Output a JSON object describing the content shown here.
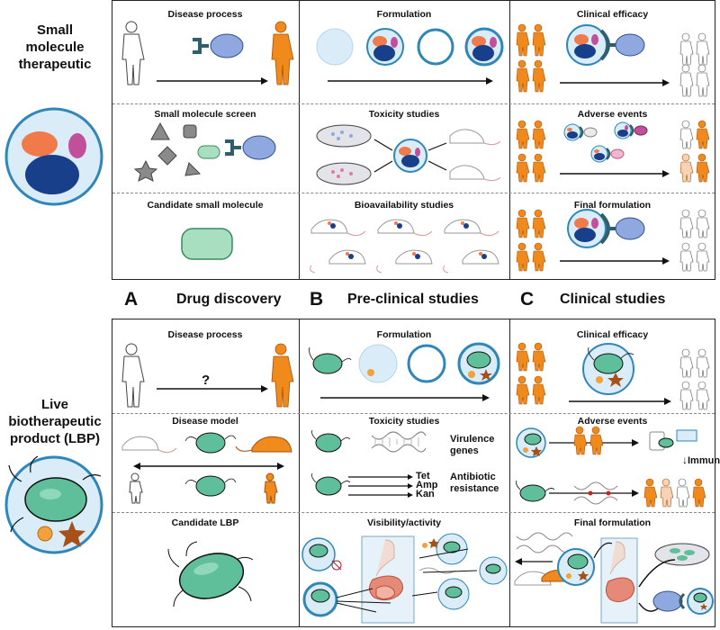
{
  "side_labels": {
    "top": [
      "Small",
      "molecule",
      "therapeutic"
    ],
    "bottom": [
      "Live",
      "biotherapeutic",
      "product (LBP)"
    ]
  },
  "stages": [
    {
      "letter": "A",
      "title": "Drug discovery"
    },
    {
      "letter": "B",
      "title": "Pre-clinical studies"
    },
    {
      "letter": "C",
      "title": "Clinical studies"
    }
  ],
  "top_panel": {
    "col_a": [
      "Disease process",
      "Small molecule screen",
      "Candidate small molecule"
    ],
    "col_b": [
      "Formulation",
      "Toxicity studies",
      "Bioavailability studies"
    ],
    "col_c": [
      "Clinical efficacy",
      "Adverse events",
      "Final formulation"
    ]
  },
  "bottom_panel": {
    "col_a": [
      "Disease process",
      "Disease model",
      "Candidate LBP"
    ],
    "col_b": [
      "Formulation",
      "Toxicity studies",
      "Visibility/activity"
    ],
    "col_c": [
      "Clinical efficacy",
      "Adverse events",
      "Final formulation"
    ],
    "question_mark": "?",
    "virulence": [
      "Virulence",
      "genes"
    ],
    "antibiotics": [
      "Tet",
      "Amp",
      "Kan"
    ],
    "antibiotic_resistance": [
      "Antibiotic",
      "resistance"
    ],
    "immune": "Immune",
    "immune_arrow": "↓"
  },
  "colors": {
    "human": "#f08a1c",
    "drug_blue": "#8fa9e0",
    "bacterium": "#5fbf9a",
    "receptor": "#2f5f6e",
    "capsule": "#2f86b8"
  }
}
